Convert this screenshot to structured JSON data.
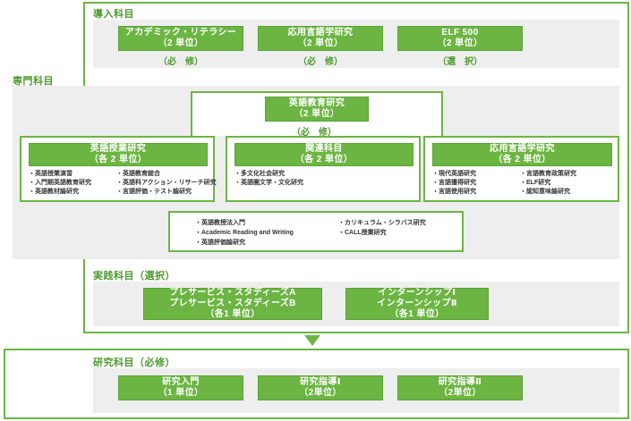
{
  "colors": {
    "green": "#6cb543",
    "green_dark": "#4a9a2a",
    "panel_grey": "#eeeeee",
    "white": "#ffffff"
  },
  "sections": {
    "intro": {
      "title": "導入科目",
      "courses": [
        {
          "name": "アカデミック・リテラシー",
          "credits": "（2 単位）",
          "note": "（必　修）"
        },
        {
          "name": "応用言語学研究",
          "credits": "（2 単位）",
          "note": "（必　修）"
        },
        {
          "name": "ELF 500",
          "credits": "（2 単位）",
          "note": "（選　択）"
        }
      ]
    },
    "special": {
      "title": "専門科目",
      "core": {
        "name": "英語教育研究",
        "credits": "（2 単位）",
        "note": "（必　修）"
      },
      "columns": [
        {
          "name": "英語授業研究",
          "credits": "（各 2 単位）",
          "col_a": [
            "英語授業演習",
            "入門期英語教育研究",
            "英語教材論研究"
          ],
          "col_b": [
            "英語教育総合",
            "英語科アクション・リサーチ研究",
            "言語評価・テスト論研究"
          ]
        },
        {
          "name": "関連科目",
          "credits": "（各 2 単位）",
          "col_a": [
            "多文化社会研究",
            "英語圏文学・文化研究"
          ],
          "col_b": []
        },
        {
          "name": "応用言語学研究",
          "credits": "（各 2 単位）",
          "col_a": [
            "現代英語研究",
            "言語獲得研究",
            "言語使用研究"
          ],
          "col_b": [
            "言語教育政策研究",
            "ELF研究",
            "認知意味論研究"
          ]
        }
      ],
      "common": {
        "col_a": [
          "英語教授法入門",
          "Academic Reading and Writing",
          "英語評価論研究"
        ],
        "col_b": [
          "カリキュラム・シラバス研究",
          "CALL授業研究"
        ]
      }
    },
    "practice": {
      "title": "実践科目（選択）",
      "courses": [
        {
          "line1": "プレサービス・スタディーズA",
          "line2": "プレサービス・スタディーズB",
          "credits": "（各1 単位）"
        },
        {
          "line1": "インターンシップⅠ",
          "line2": "インターンシップⅡ",
          "credits": "（各1 単位）"
        }
      ]
    },
    "research": {
      "title": "研究科目（必修）",
      "courses": [
        {
          "name": "研究入門",
          "credits": "（1 単位）"
        },
        {
          "name": "研究指導Ⅰ",
          "credits": "（2単位）"
        },
        {
          "name": "研究指導Ⅱ",
          "credits": "（2単位）"
        }
      ]
    }
  },
  "arrow": {
    "icon": "arrow-down-icon"
  }
}
